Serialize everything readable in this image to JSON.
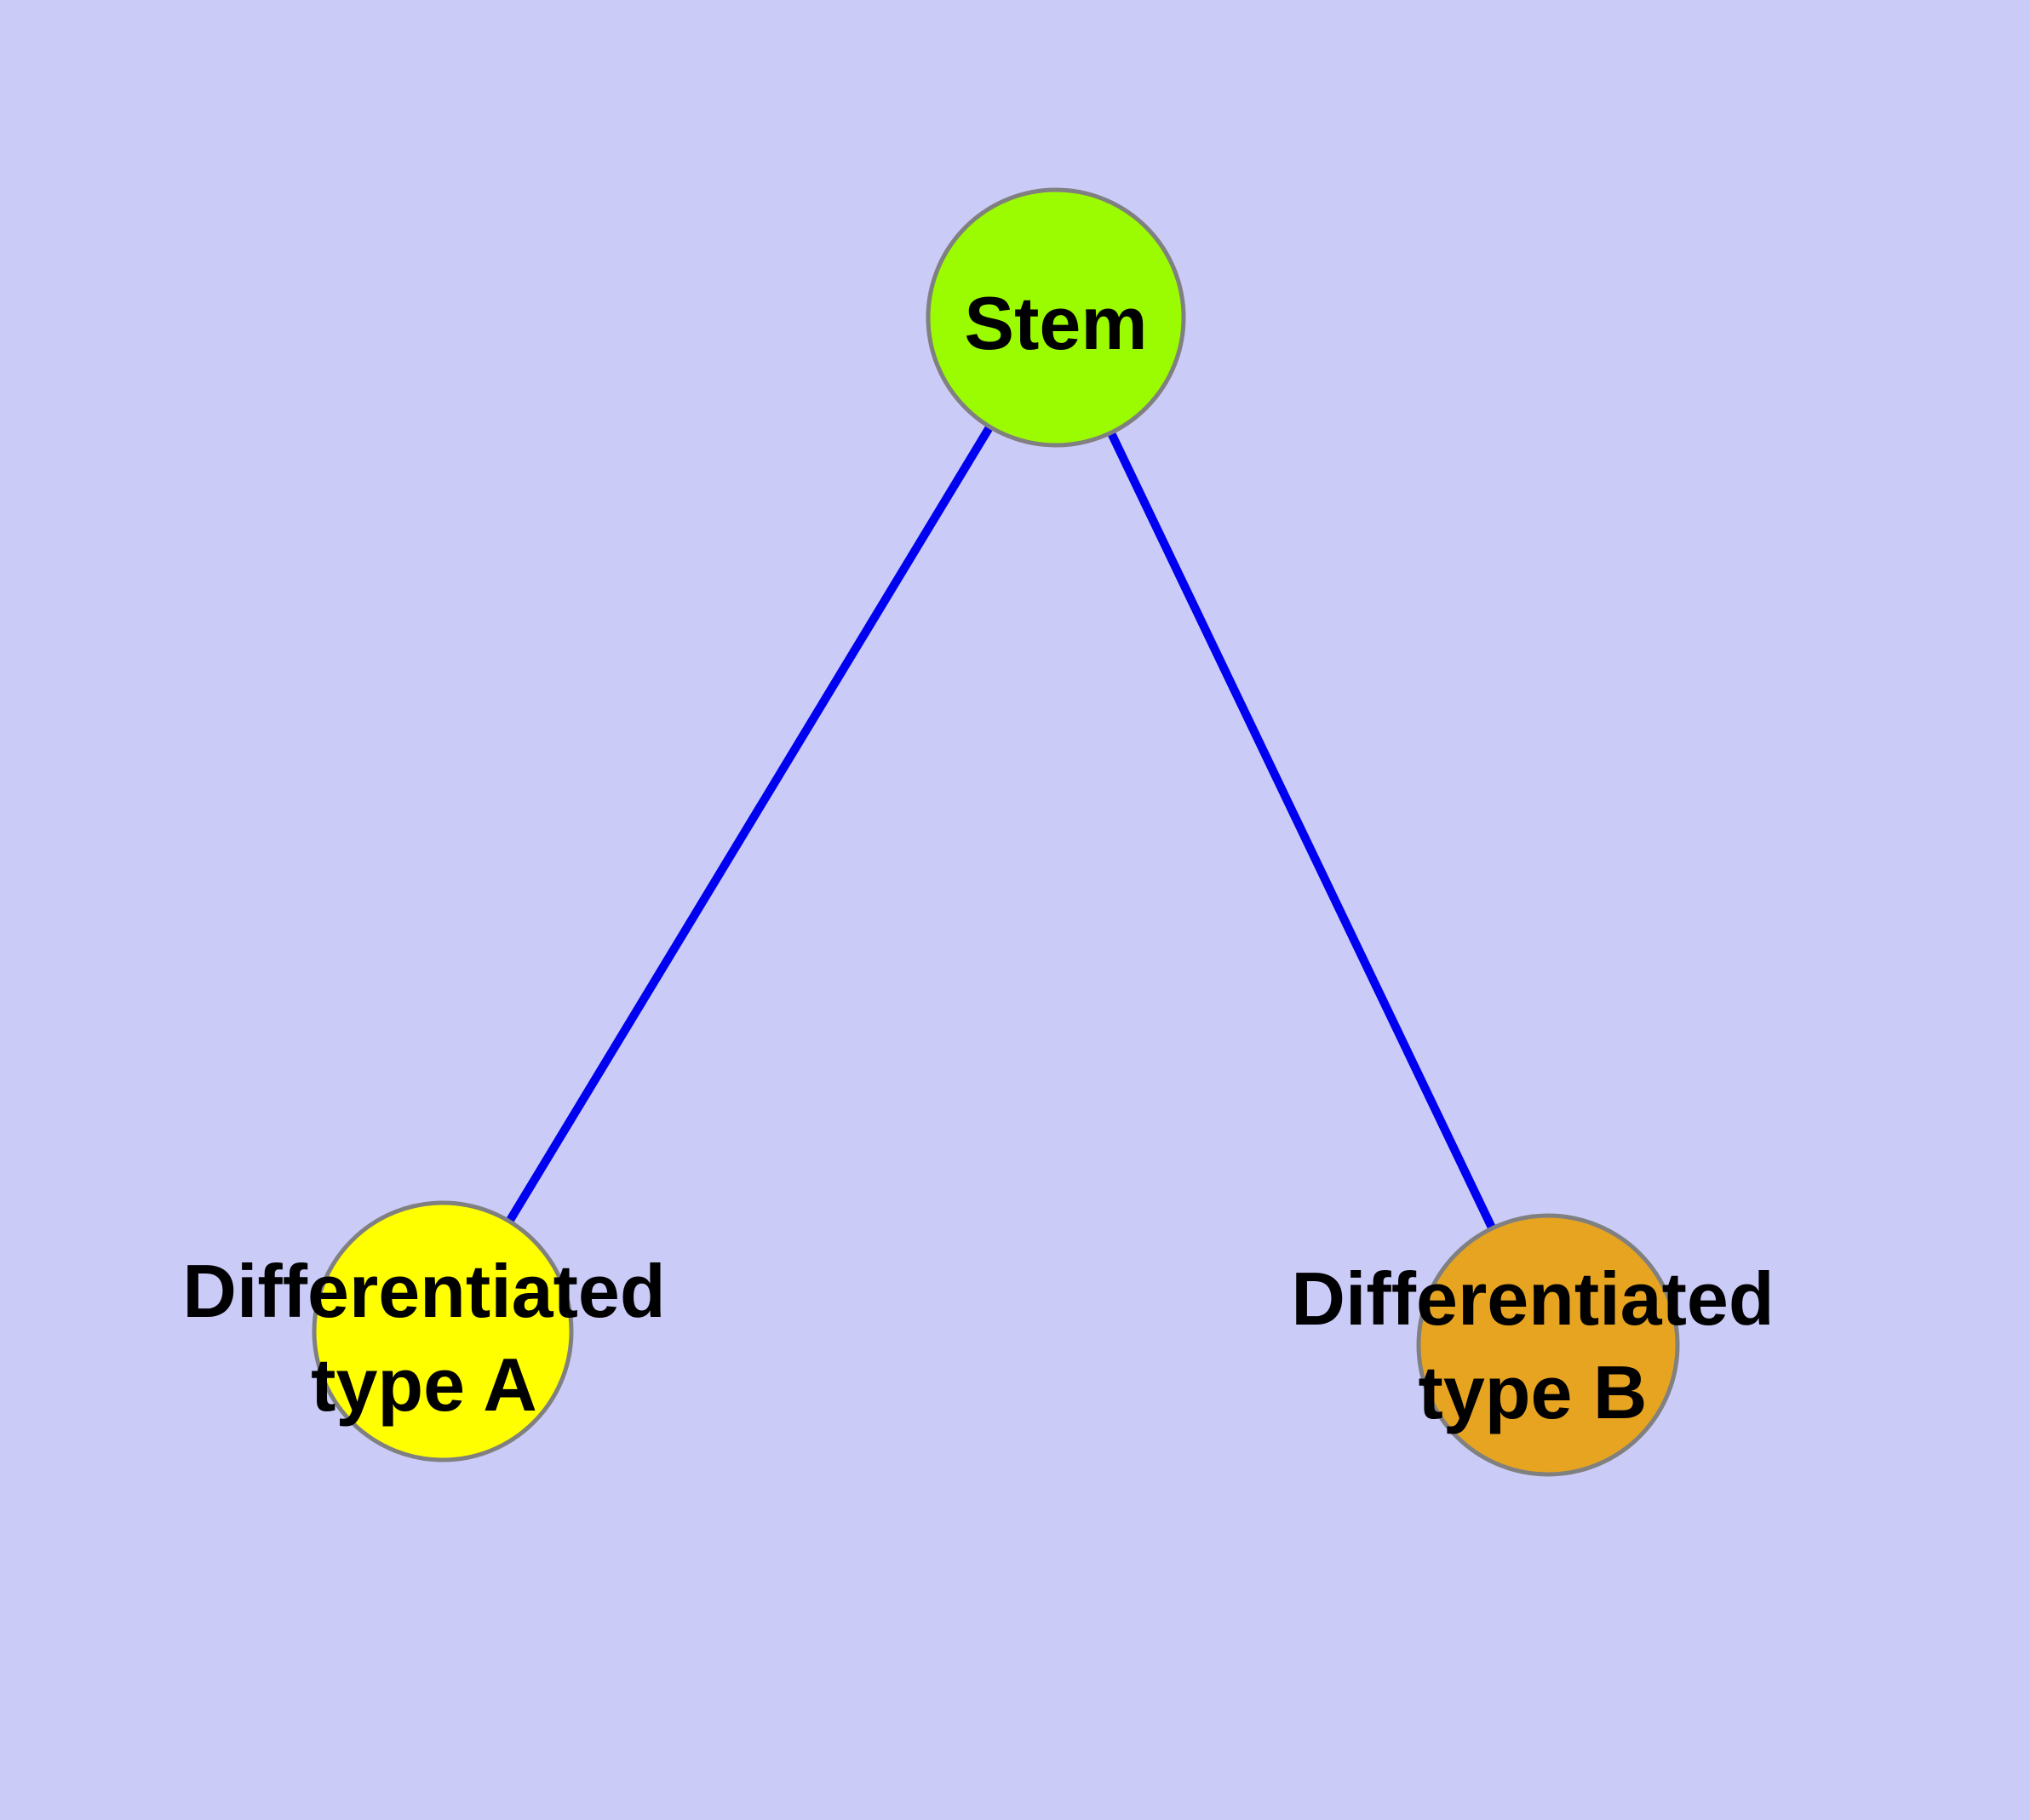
{
  "diagram": {
    "type": "node-link-graph",
    "background_color": "#cbcbf8",
    "edge_color": "#0000f0",
    "node_border_color": "#808080",
    "label_color": "#000000",
    "nodes": [
      {
        "id": "stem",
        "label": "Stem",
        "fill": "#9bfb00"
      },
      {
        "id": "differentiated-type-a",
        "label": "Differentiated type A",
        "label_line1": "Differentiated",
        "label_line2": "type A",
        "fill": "#ffff00"
      },
      {
        "id": "differentiated-type-b",
        "label": "Differentiated type B",
        "label_line1": "Differentiated",
        "label_line2": "type B",
        "fill": "#e7a421"
      }
    ],
    "edges": [
      {
        "from": "Stem",
        "to": "Differentiated type A"
      },
      {
        "from": "Stem",
        "to": "Differentiated type B"
      }
    ]
  }
}
